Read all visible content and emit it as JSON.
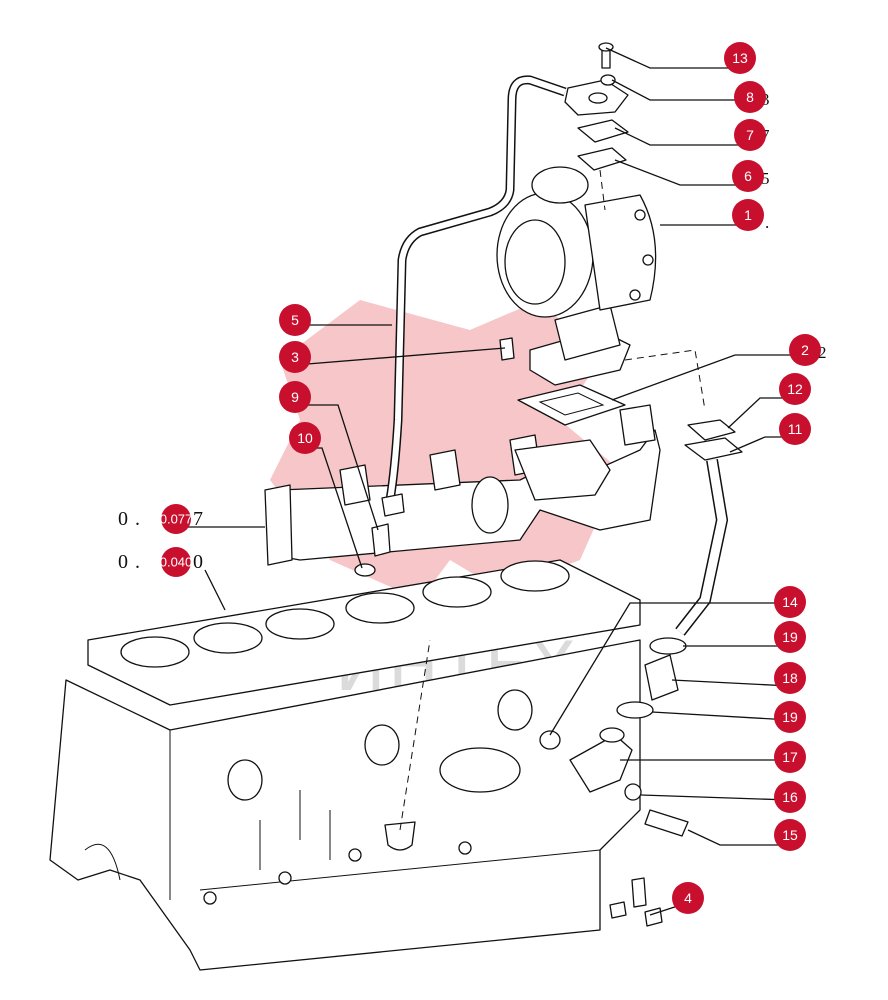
{
  "diagram": {
    "watermark": {
      "text": "ИНТЕХ",
      "color": "#e0323a"
    },
    "accent_color": "#c8102e",
    "callouts": [
      {
        "id": "13",
        "label": "13",
        "ghost": ""
      },
      {
        "id": "8",
        "label": "8",
        "ghost": "3"
      },
      {
        "id": "7",
        "label": "7",
        "ghost": "7"
      },
      {
        "id": "6",
        "label": "6",
        "ghost": "5"
      },
      {
        "id": "1",
        "label": "1",
        "ghost": "."
      },
      {
        "id": "5",
        "label": "5",
        "ghost": ""
      },
      {
        "id": "3",
        "label": "3",
        "ghost": ""
      },
      {
        "id": "9",
        "label": "9",
        "ghost": ""
      },
      {
        "id": "10",
        "label": "10",
        "ghost": ""
      },
      {
        "id": "2",
        "label": "2",
        "ghost": "2"
      },
      {
        "id": "12",
        "label": "12",
        "ghost": ""
      },
      {
        "id": "11",
        "label": "11",
        "ghost": ""
      },
      {
        "id": "14",
        "label": "14",
        "ghost": ""
      },
      {
        "id": "19a",
        "label": "19",
        "ghost": ""
      },
      {
        "id": "18",
        "label": "18",
        "ghost": ""
      },
      {
        "id": "19b",
        "label": "19",
        "ghost": ""
      },
      {
        "id": "17",
        "label": "17",
        "ghost": ""
      },
      {
        "id": "16",
        "label": "16",
        "ghost": ""
      },
      {
        "id": "15",
        "label": "15",
        "ghost": ""
      },
      {
        "id": "4",
        "label": "4",
        "ghost": ""
      }
    ],
    "references": [
      {
        "id": "ref-top",
        "prefix": "0 . ",
        "code": "0.077",
        "suffix": " 7"
      },
      {
        "id": "ref-bottom",
        "prefix": "0 . ",
        "code": "0.040",
        "suffix": " 0"
      }
    ]
  }
}
